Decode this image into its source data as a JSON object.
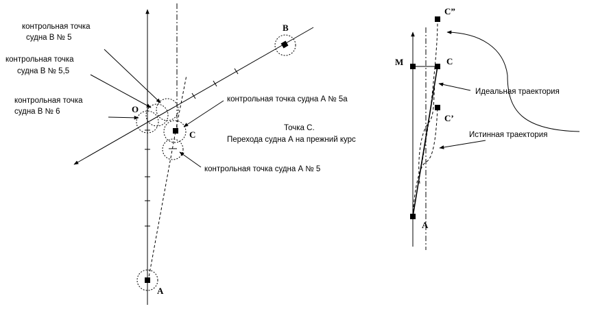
{
  "left_diagram": {
    "annotations": {
      "b5": [
        "контрольная точка",
        "судна В № 5"
      ],
      "b55": [
        "контрольная точка",
        "судна В № 5,5"
      ],
      "b6": [
        "контрольная точка",
        "судна В № 6"
      ],
      "a5a": "контрольная точка судна А № 5а",
      "point_c": [
        "Точка С.",
        "Перехода судна  А на прежний курс"
      ],
      "a5": "контрольная точка судна А № 5"
    },
    "points": {
      "o": "O",
      "b": "B",
      "c": "C",
      "a": "A"
    }
  },
  "right_diagram": {
    "points": {
      "c2": "C”",
      "m": "M",
      "c": "C",
      "c1": "C’",
      "a": "A"
    },
    "labels": {
      "ideal": "Идеальная траектория",
      "actual": "Истинная траектория"
    }
  }
}
